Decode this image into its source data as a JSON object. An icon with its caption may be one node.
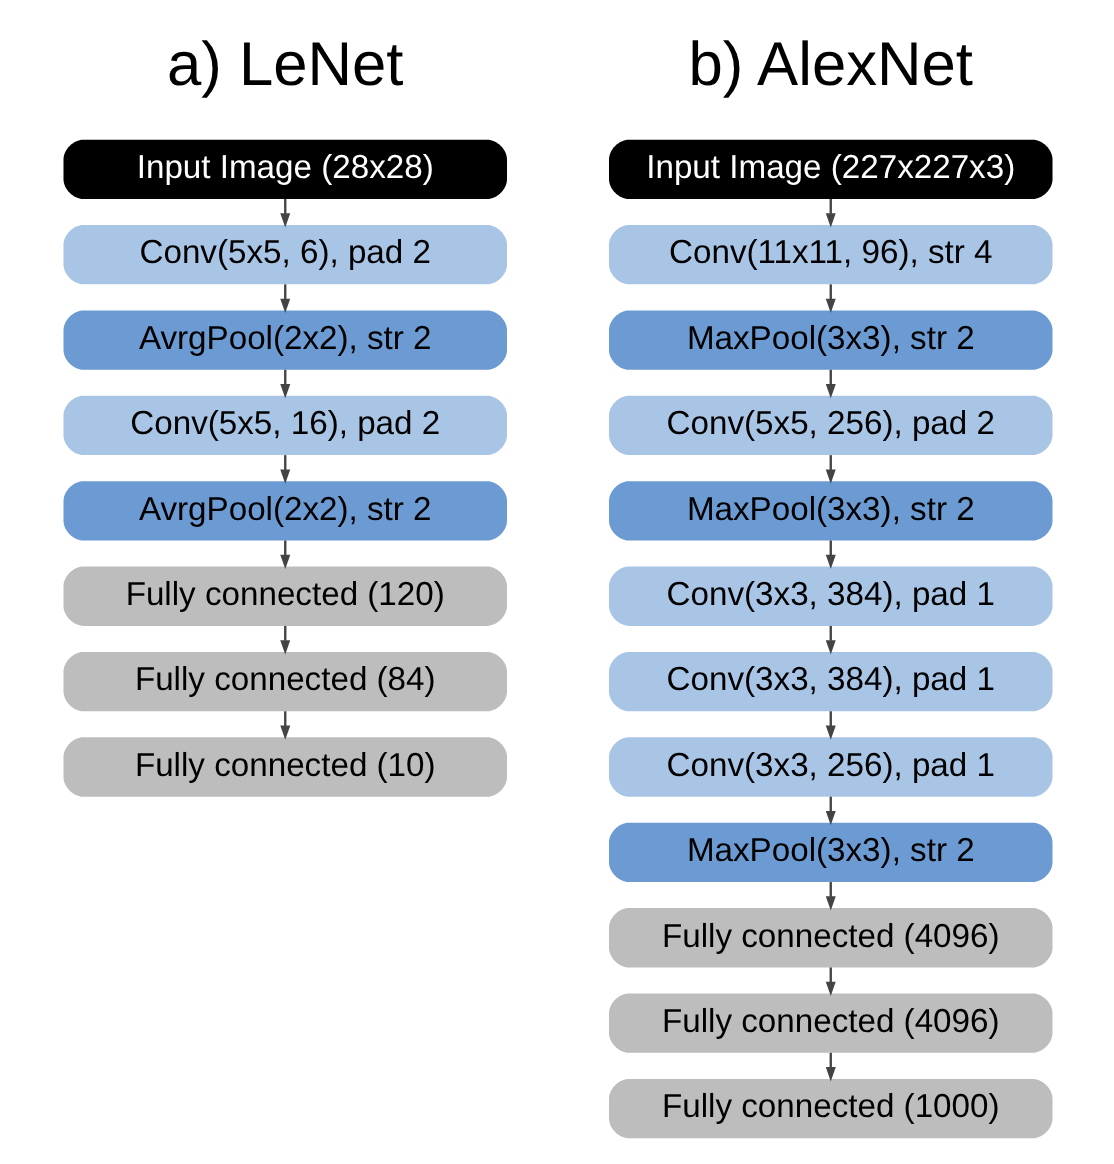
{
  "diagram": {
    "nodes": [
      {
        "text": [
          "Input Image (28x28)"
        ]
      },
      {
        "text": [
          "Conv(5x5, 6), pad 2"
        ]
      },
      {
        "text": [
          "AvrgPool(2x2), str 2"
        ]
      },
      {
        "text": [
          "Conv(5x5, 16), pad 2"
        ]
      },
      {
        "text": [
          "AvrgPool(2x2), str 2"
        ]
      },
      {
        "text": [
          "Fully connected (120)"
        ]
      },
      {
        "text": [
          "Fully connected (84)"
        ]
      },
      {
        "text": [
          "Fully connected (10)"
        ]
      },
      {
        "text": [
          "Input Image (227x227x3)"
        ]
      },
      {
        "text": [
          "Conv(11x11, 96), str 4"
        ]
      },
      {
        "text": [
          "MaxPool(3x3), str 2"
        ]
      },
      {
        "text": [
          "Conv(5x5, 256), pad 2"
        ]
      },
      {
        "text": [
          "MaxPool(3x3), str 2"
        ]
      },
      {
        "text": [
          "Conv(3x3, 384), pad 1"
        ]
      },
      {
        "text": [
          "Conv(3x3, 384), pad 1"
        ]
      },
      {
        "text": [
          "Conv(3x3, 256), pad 1"
        ]
      },
      {
        "text": [
          "MaxPool(3x3), str 2"
        ]
      },
      {
        "text": [
          "Fully connected (4096)"
        ]
      },
      {
        "text": [
          "Fully connected (4096)"
        ]
      },
      {
        "text": [
          "Fully connected (1000)"
        ]
      }
    ],
    "edges": [
      {
        "from": 0,
        "to": 1,
        "arrow": "to"
      },
      {
        "from": 1,
        "to": 2,
        "arrow": "to"
      },
      {
        "from": 2,
        "to": 3,
        "arrow": "to"
      },
      {
        "from": 3,
        "to": 4,
        "arrow": "to"
      },
      {
        "from": 4,
        "to": 5,
        "arrow": "to"
      },
      {
        "from": 5,
        "to": 6,
        "arrow": "to"
      },
      {
        "from": 6,
        "to": 7,
        "arrow": "to"
      },
      {
        "from": 8,
        "to": 9,
        "arrow": "to"
      },
      {
        "from": 9,
        "to": 10,
        "arrow": "to"
      },
      {
        "from": 10,
        "to": 11,
        "arrow": "to"
      },
      {
        "from": 11,
        "to": 12,
        "arrow": "to"
      },
      {
        "from": 12,
        "to": 13,
        "arrow": "to"
      },
      {
        "from": 13,
        "to": 14,
        "arrow": "to"
      },
      {
        "from": 14,
        "to": 15,
        "arrow": "to"
      },
      {
        "from": 15,
        "to": 16,
        "arrow": "to"
      },
      {
        "from": 16,
        "to": 17,
        "arrow": "to"
      },
      {
        "from": 17,
        "to": 18,
        "arrow": "to"
      },
      {
        "from": 18,
        "to": 19,
        "arrow": "to"
      }
    ],
    "labels": [
      "a) LeNet",
      "b) AlexNet"
    ]
  }
}
